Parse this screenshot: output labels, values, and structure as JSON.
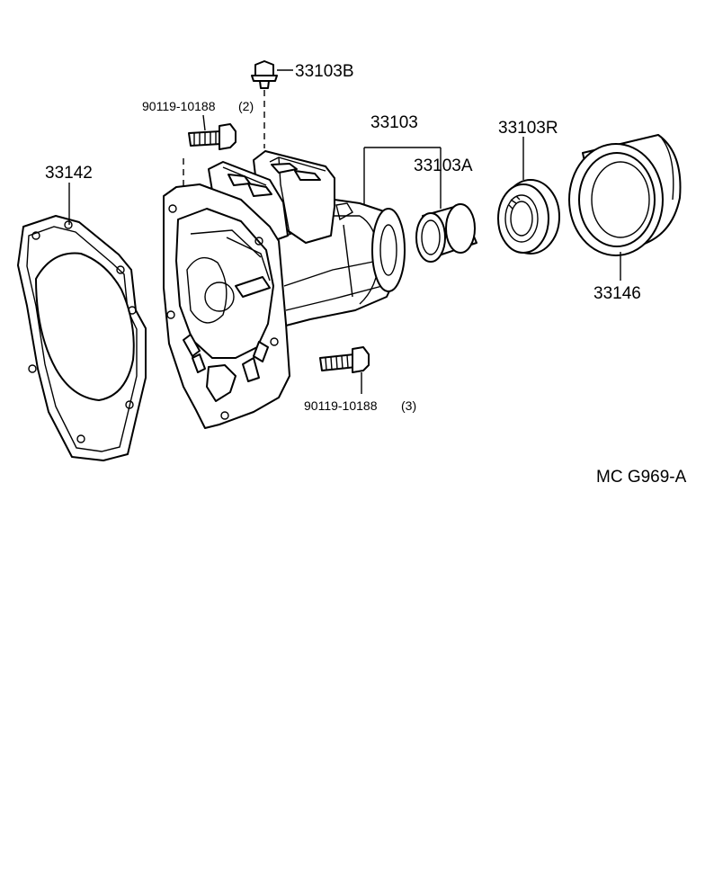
{
  "labels": {
    "gasket": "33142",
    "bolt_top": "90119-10188",
    "bolt_top_qty": "(2)",
    "plug": "33103B",
    "housing": "33103",
    "bushing": "33103A",
    "seal": "33103R",
    "cover": "33146",
    "bolt_bottom": "90119-10188",
    "bolt_bottom_qty": "(3)",
    "figure_code": "MC G969-A"
  },
  "colors": {
    "line": "#000000",
    "background": "#ffffff"
  }
}
